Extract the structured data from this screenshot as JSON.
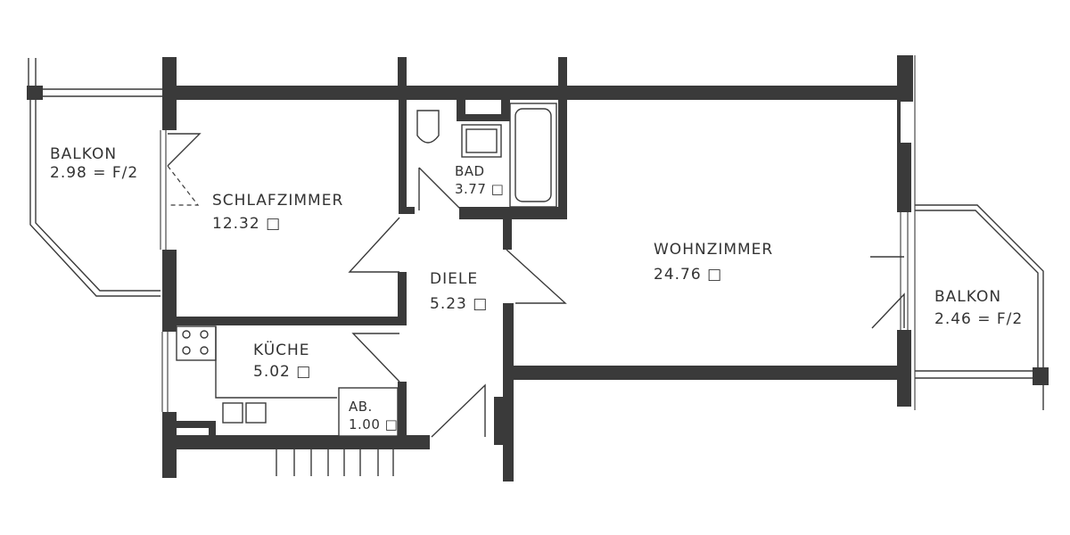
{
  "plan": {
    "title": "Floor plan",
    "colors": {
      "wall": "#3a3a3a",
      "background": "#ffffff",
      "text": "#333333"
    },
    "unit_mark": "□",
    "rooms": [
      {
        "id": "balkon-west",
        "name": "BALKON",
        "area": "2.98 = F/2"
      },
      {
        "id": "schlafzimmer",
        "name": "SCHLAFZIMMER",
        "area": "12.32 □"
      },
      {
        "id": "bad",
        "name": "BAD",
        "area": "3.77 □"
      },
      {
        "id": "diele",
        "name": "DIELE",
        "area": "5.23 □"
      },
      {
        "id": "kueche",
        "name": "KÜCHE",
        "area": "5.02 □"
      },
      {
        "id": "abstellraum",
        "name": "AB.",
        "area": "1.00 □"
      },
      {
        "id": "wohnzimmer",
        "name": "WOHNZIMMER",
        "area": "24.76 □"
      },
      {
        "id": "balkon-east",
        "name": "BALKON",
        "area": "2.46 = F/2"
      }
    ]
  }
}
